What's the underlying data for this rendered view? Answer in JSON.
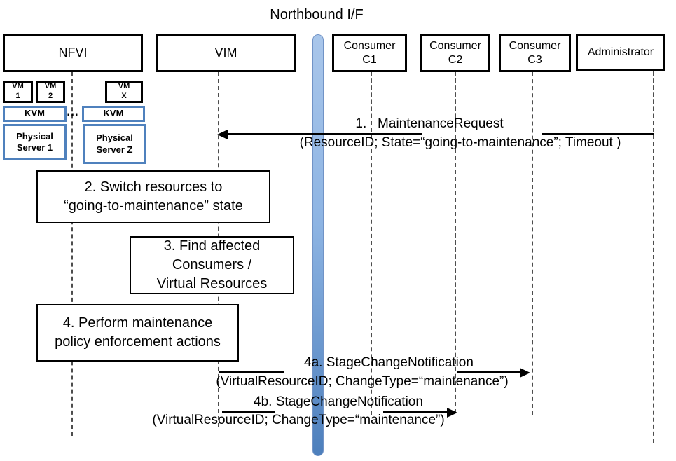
{
  "title": "Northbound I/F",
  "actors": {
    "nfvi": {
      "label": "NFVI"
    },
    "vim": {
      "label": "VIM"
    },
    "c1": {
      "line1": "Consumer",
      "line2": "C1"
    },
    "c2": {
      "line1": "Consumer",
      "line2": "C2"
    },
    "c3": {
      "line1": "Consumer",
      "line2": "C3"
    },
    "admin": {
      "label": "Administrator"
    }
  },
  "nfvi_internals": {
    "vm1": {
      "line1": "VM",
      "line2": "1"
    },
    "vm2": {
      "line1": "VM",
      "line2": "2"
    },
    "vmx": {
      "line1": "VM",
      "line2": "X"
    },
    "kvm1": {
      "label": "KVM"
    },
    "kvm2": {
      "label": "KVM"
    },
    "dots": "...",
    "ps1": {
      "line1": "Physical",
      "line2": "Server 1"
    },
    "psz": {
      "line1": "Physical",
      "line2": "Server Z"
    }
  },
  "steps": {
    "step2": {
      "line1": "2. Switch resources to",
      "line2": "“going-to-maintenance” state"
    },
    "step3": {
      "line1": "3. Find affected",
      "line2": "Consumers /",
      "line3": "Virtual Resources"
    },
    "step4": {
      "line1": "4. Perform maintenance",
      "line2": "policy enforcement actions"
    }
  },
  "messages": {
    "msg1": {
      "name": "1.   MaintenanceRequest",
      "params": "(ResourceID; State=“going-to-maintenance”; Timeout )"
    },
    "msg4a": {
      "name": "4a. StageChangeNotification",
      "params": "(VirtualResourceID; ChangeType=“maintenance”)"
    },
    "msg4b": {
      "name": "4b. StageChangeNotification",
      "params": "(VirtualResourceID; ChangeType=“maintenance”)"
    }
  },
  "colors": {
    "accent_blue_border": "#4f81bd",
    "bar_fill_top": "#a9c6ea",
    "bar_fill_bottom": "#4d7fbc",
    "line_black": "#000000"
  }
}
